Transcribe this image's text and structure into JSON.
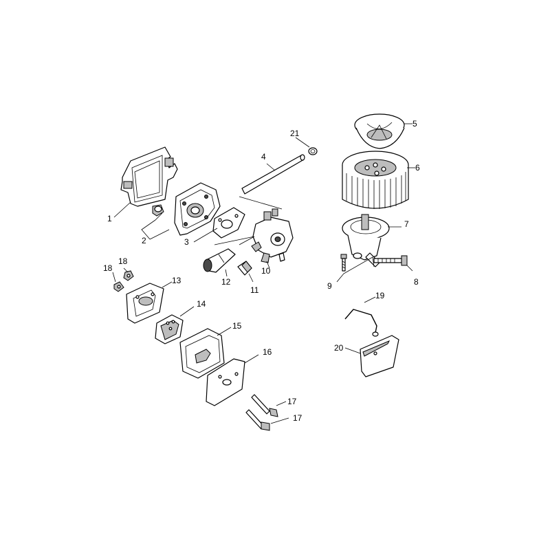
{
  "labels": {
    "p1": "1",
    "p2": "2",
    "p3": "3",
    "p4": "4",
    "p5": "5",
    "p6": "6",
    "p7": "7",
    "p8": "8",
    "p9": "9",
    "p10": "10",
    "p11": "11",
    "p12": "12",
    "p13": "13",
    "p14": "14",
    "p15": "15",
    "p16": "16",
    "p17a": "17",
    "p17b": "17",
    "p18a": "18",
    "p18b": "18",
    "p19": "19",
    "p20": "20",
    "p21": "21"
  }
}
